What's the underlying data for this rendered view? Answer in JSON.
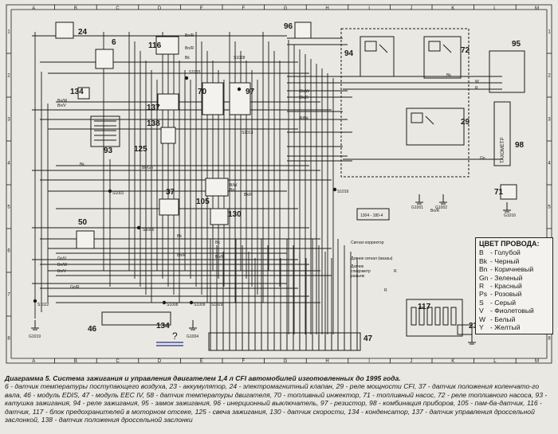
{
  "grid": {
    "columns": [
      "A",
      "B",
      "C",
      "D",
      "E",
      "F",
      "G",
      "H",
      "I",
      "J",
      "K",
      "L",
      "M"
    ],
    "rows": [
      "1",
      "2",
      "3",
      "4",
      "5",
      "6",
      "7",
      "8"
    ]
  },
  "components": [
    "24",
    "6",
    "116",
    "96",
    "94",
    "72",
    "95",
    "134",
    "137",
    "70",
    "97",
    "29",
    "93",
    "125",
    "138",
    "98",
    "37",
    "105",
    "71",
    "130",
    "50",
    "46",
    "134",
    "117",
    "23",
    "47"
  ],
  "wire_labels": {
    "bn_r": "Bn/R",
    "bn_w": "Bn/W",
    "bn_v": "Bn/V",
    "bk_w": "Bk/W",
    "bk_r": "Bk/R",
    "r_bk": "R/Bk",
    "bk": "Bk",
    "bn": "Bn",
    "bk_gn": "Bk/Gn",
    "b_w": "B/W",
    "gn_r": "Gn/R",
    "gn_v": "Gn/V",
    "r": "R",
    "gn": "Gn",
    "w": "W"
  },
  "splices": [
    "S1001",
    "S1006",
    "S1008",
    "S1009",
    "S1013",
    "S1015",
    "S1016",
    "S1022",
    "S1028",
    "S1029"
  ],
  "grounds": [
    "G1001",
    "G1002",
    "G1016",
    "G1019",
    "G1004"
  ],
  "annotations": {
    "signal_corrector": "Сигнал корректор",
    "tacho_signal": "Датчик сигнал (мазаы)",
    "tacho_note": "Датчик\nспидометр\nразъем",
    "conn_1": "1304 - 180-4",
    "question": "?",
    "tacho_text": "ТАХОМЕТР"
  },
  "legend": {
    "title": "ЦВЕТ ПРОВОДА:",
    "items": [
      {
        "code": "B",
        "name": "- Голубой"
      },
      {
        "code": "Bk",
        "name": "- Черный"
      },
      {
        "code": "Bn",
        "name": "- Коричневый"
      },
      {
        "code": "Gn",
        "name": "- Зеленый"
      },
      {
        "code": "R",
        "name": "- Красный"
      },
      {
        "code": "Ps",
        "name": "- Розовый"
      },
      {
        "code": "S",
        "name": "- Серый"
      },
      {
        "code": "V",
        "name": "- Фиолетовый"
      },
      {
        "code": "W",
        "name": "- Белый"
      },
      {
        "code": "Y",
        "name": "- Желтый"
      }
    ]
  },
  "caption": {
    "title": "Диаграмма 5. Система зажигания и управления двигателем 1,4 л CFI автомобилей изготовленных до 1995 года.",
    "body": "6 - датчик температуры поступающего воздуха, 23 - аккумулятор, 24 - электромагнитный клапан, 29 - реле мощности CFI, 37 - датчик положения коленчато-го вала, 46 - модуль EDIS, 47 - модуль EEC IV, 58 - датчик температуры двигателя, 70 - топливный инжектор, 71 - топливный насос, 72 - реле топливного насоса, 93 - катушка зажигания, 94 - реле зажигания, 95 - замок зажигания, 96 - инерционный выключатель, 97 - резистор, 98 - комбинация приборов, 105 - пам-ба-датчик, 116 - датчик, 117 - блок предохранителей в моторном отсеке, 125 - свеча зажигания, 130 - датчик скорости, 134 - конденсатор, 137 - датчик управления дроссельной заслонкой, 138 - датчик положения дроссельной заслонки"
  },
  "colors": {
    "ink": "#1a1a1a",
    "paper": "#e9e8e3",
    "blue_marks": "#4a4a9a"
  }
}
